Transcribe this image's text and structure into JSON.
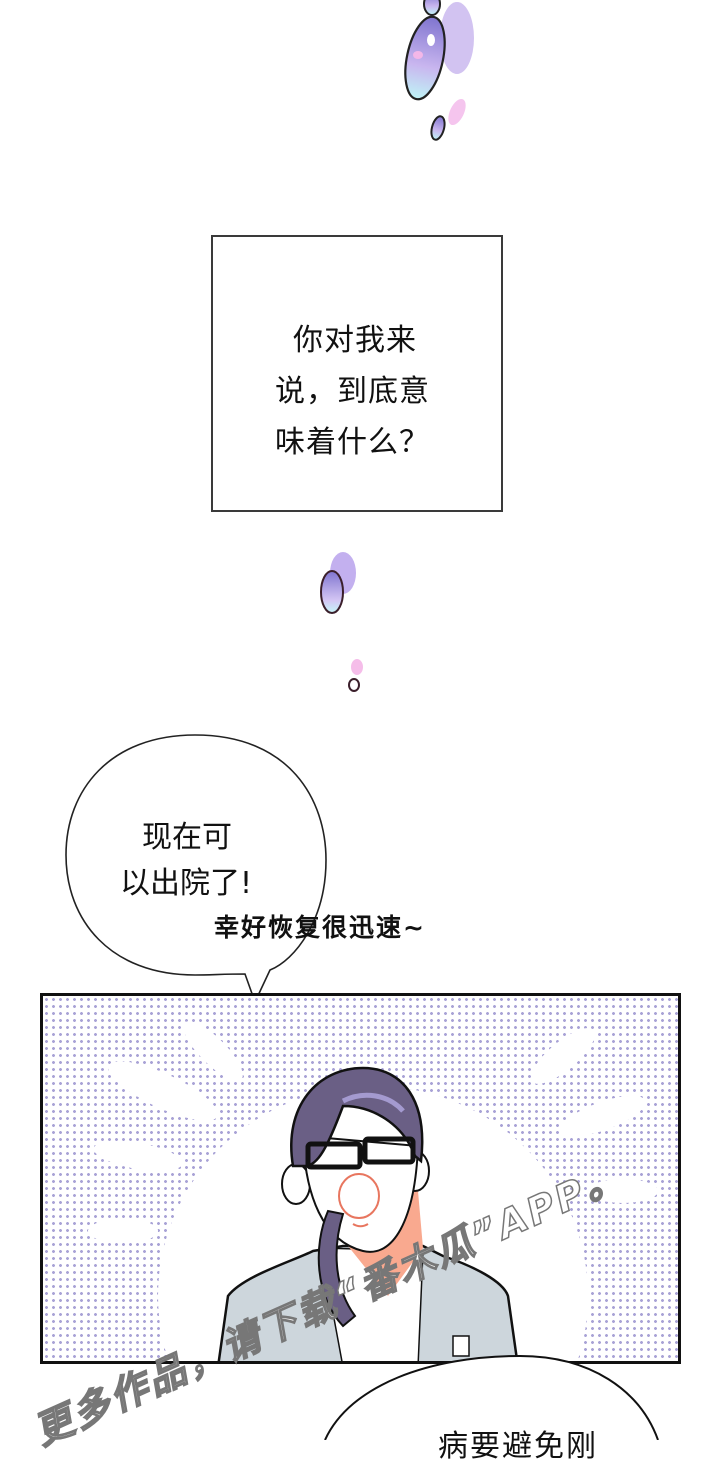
{
  "narration_box": {
    "lines": [
      "你对我来",
      "说，到底意",
      "味着什么？"
    ]
  },
  "speech_bubble_1": {
    "lines": [
      "现在可",
      "以出院了!"
    ]
  },
  "sfx": {
    "text": "幸好恢复很迅速~"
  },
  "panel": {
    "character": "woman-with-glasses-shouting",
    "halftone_color": "#a9a3d6",
    "hair_color": "#6a5f85",
    "jacket_color": "#cdd6dc"
  },
  "watermark": {
    "text": "更多作品，请下载“番木瓜”APP。"
  },
  "speech_bubble_2": {
    "partial_text": "病要避免刚"
  },
  "drops": {
    "color_light": "#c8b8f0",
    "color_dark": "#9e8fd6"
  }
}
